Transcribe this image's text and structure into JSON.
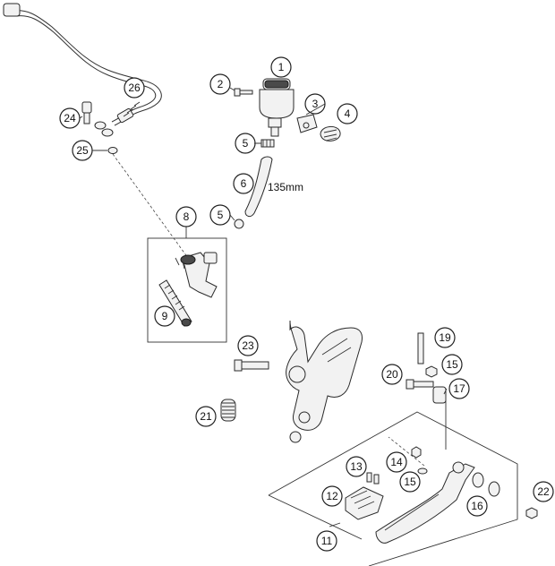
{
  "callouts": [
    {
      "id": "c1",
      "label": "1"
    },
    {
      "id": "c2",
      "label": "2"
    },
    {
      "id": "c3",
      "label": "3"
    },
    {
      "id": "c4",
      "label": "4"
    },
    {
      "id": "c5a",
      "label": "5"
    },
    {
      "id": "c5b",
      "label": "5"
    },
    {
      "id": "c6",
      "label": "6"
    },
    {
      "id": "c8",
      "label": "8"
    },
    {
      "id": "c9",
      "label": "9"
    },
    {
      "id": "c11",
      "label": "11"
    },
    {
      "id": "c12",
      "label": "12"
    },
    {
      "id": "c13",
      "label": "13"
    },
    {
      "id": "c14",
      "label": "14"
    },
    {
      "id": "c15a",
      "label": "15"
    },
    {
      "id": "c15b",
      "label": "15"
    },
    {
      "id": "c16",
      "label": "16"
    },
    {
      "id": "c17",
      "label": "17"
    },
    {
      "id": "c19",
      "label": "19"
    },
    {
      "id": "c20",
      "label": "20"
    },
    {
      "id": "c21",
      "label": "21"
    },
    {
      "id": "c22",
      "label": "22"
    },
    {
      "id": "c23",
      "label": "23"
    },
    {
      "id": "c24",
      "label": "24"
    },
    {
      "id": "c25",
      "label": "25"
    },
    {
      "id": "c26",
      "label": "26"
    }
  ],
  "hose_length_label": "135mm"
}
